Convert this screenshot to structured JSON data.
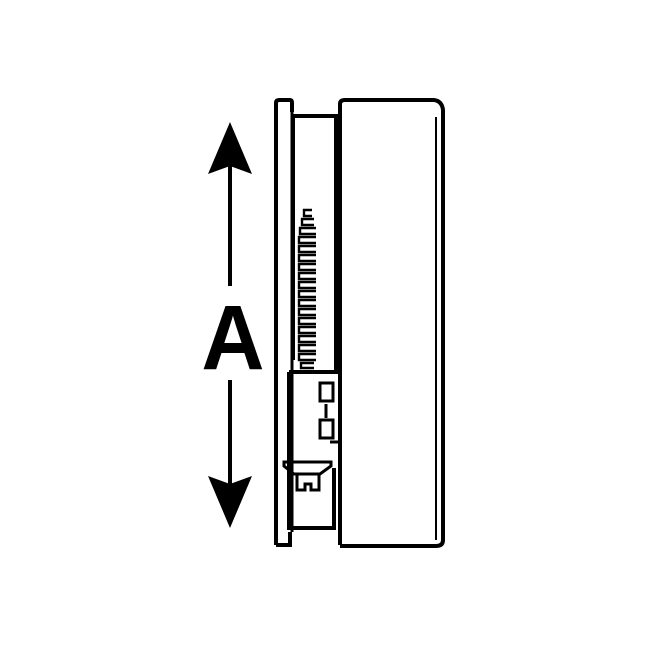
{
  "diagram": {
    "type": "technical-line-drawing",
    "view": "side view of wall-mounted device",
    "dimension": {
      "label": "A",
      "orientation": "vertical",
      "arrows": [
        "up",
        "down"
      ]
    },
    "colors": {
      "line": "#000000",
      "background": "#ffffff"
    },
    "parts": [
      "mounting-plate",
      "base-frame",
      "vent-slots",
      "terminal-block",
      "connector",
      "front-cover"
    ]
  }
}
